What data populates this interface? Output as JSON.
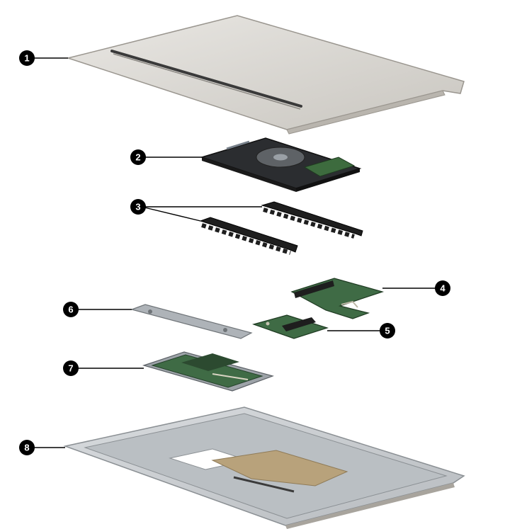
{
  "callouts": [
    {
      "number": "1"
    },
    {
      "number": "2"
    },
    {
      "number": "3"
    },
    {
      "number": "4"
    },
    {
      "number": "5"
    },
    {
      "number": "6"
    },
    {
      "number": "7"
    },
    {
      "number": "8"
    }
  ],
  "colors": {
    "callout_fill": "#000000",
    "callout_text": "#ffffff",
    "cover_fill": "#d8d6d2",
    "metal_fill": "#aeb3b8",
    "pcb_green": "#3f6b45",
    "bracket_black": "#1e1e1e",
    "chassis_fill": "#cfd2d5"
  }
}
